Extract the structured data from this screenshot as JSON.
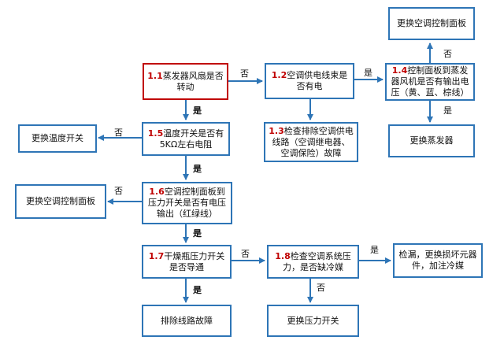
{
  "nodes": {
    "n1_1": {
      "num": "1.1",
      "text": "蒸发器风扇是否转动"
    },
    "n1_2": {
      "num": "1.2",
      "text": "空调供电线束是否有电"
    },
    "n1_3": {
      "num": "1.3",
      "text": "检查排除空调供电线路（空调继电器、空调保险）故障"
    },
    "n1_4": {
      "num": "1.4",
      "text": "控制面板到蒸发器风机是否有输出电压（黄、蓝、棕线）"
    },
    "n1_5": {
      "num": "1.5",
      "text": "温度开关是否有5KΩ左右电阻"
    },
    "n1_6": {
      "num": "1.6",
      "text": "空调控制面板到压力开关是否有电压输出（红绿线）"
    },
    "n1_7": {
      "num": "1.7",
      "text": "干燥瓶压力开关是否导通"
    },
    "n1_8": {
      "num": "1.8",
      "text": "检查空调系统压力，是否缺冷媒"
    },
    "replace_panel_top": {
      "text": "更换空调控制面板"
    },
    "replace_evaporator": {
      "text": "更换蒸发器"
    },
    "replace_temp_switch": {
      "text": "更换温度开关"
    },
    "replace_panel_left": {
      "text": "更换空调控制面板"
    },
    "leak_check": {
      "text": "检漏，更换损坏元器件，加注冷媒"
    },
    "fix_wiring": {
      "text": "排除线路故障"
    },
    "replace_pressure_switch": {
      "text": "更换压力开关"
    }
  },
  "labels": {
    "l1_1_to_1_2": "否",
    "l1_2_to_1_4": "是",
    "l1_4_to_panel": "否",
    "l1_4_to_evap": "是",
    "l1_1_to_1_5": "是",
    "l1_5_to_temp": "否",
    "l1_5_to_1_6": "是",
    "l1_6_to_panel": "否",
    "l1_6_to_1_7": "是",
    "l1_7_to_1_8": "否",
    "l1_8_to_leak": "是",
    "l1_7_to_wiring": "是",
    "l1_8_to_pressure": "否"
  },
  "colors": {
    "box_border": "#2e75b6",
    "highlight_border": "#c00000",
    "arrow": "#2e75b6",
    "number": "#c00000"
  }
}
